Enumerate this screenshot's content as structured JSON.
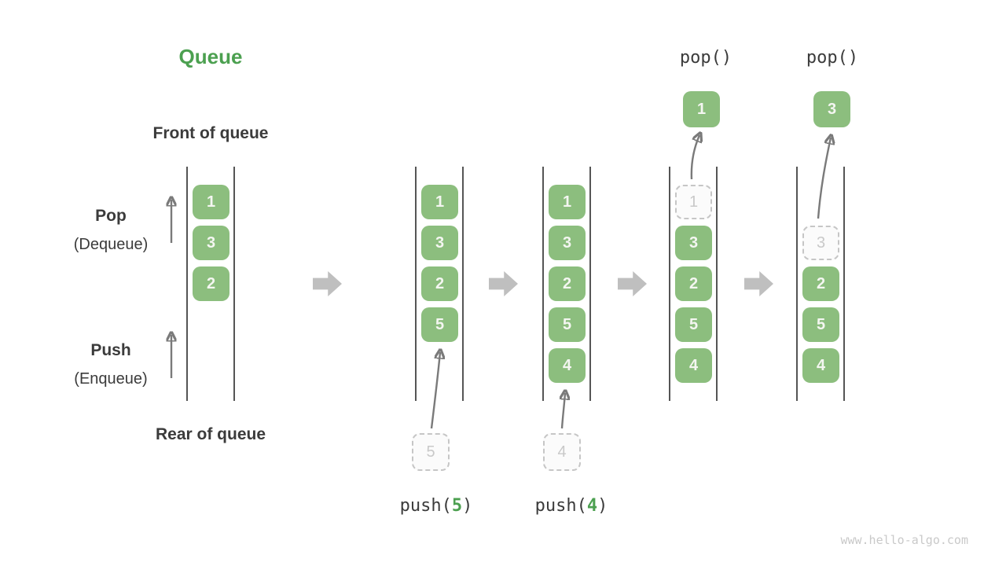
{
  "title": "Queue",
  "labels": {
    "front": "Front of queue",
    "rear": "Rear of queue",
    "pop_main": "Pop",
    "pop_sub": "(Dequeue)",
    "push_main": "Push",
    "push_sub": "(Enqueue)"
  },
  "ops": {
    "pop1": "pop()",
    "pop2": "pop()",
    "push1_prefix": "push(",
    "push1_arg": "5",
    "push1_suffix": ")",
    "push2_prefix": "push(",
    "push2_arg": "4",
    "push2_suffix": ")"
  },
  "states": [
    {
      "slots": [
        {
          "v": "1"
        },
        {
          "v": "3"
        },
        {
          "v": "2"
        }
      ]
    },
    {
      "slots": [
        {
          "v": "1"
        },
        {
          "v": "3"
        },
        {
          "v": "2"
        },
        {
          "v": "5"
        }
      ],
      "incoming": "5"
    },
    {
      "slots": [
        {
          "v": "1"
        },
        {
          "v": "3"
        },
        {
          "v": "2"
        },
        {
          "v": "5"
        },
        {
          "v": "4"
        }
      ],
      "incoming": "4"
    },
    {
      "slots": [
        {
          "v": "1",
          "style": "dashed"
        },
        {
          "v": "3"
        },
        {
          "v": "2"
        },
        {
          "v": "5"
        },
        {
          "v": "4"
        }
      ],
      "popped": "1"
    },
    {
      "slots": [
        {
          "v": "3",
          "style": "dashed"
        },
        {
          "v": "2"
        },
        {
          "v": "5"
        },
        {
          "v": "4"
        }
      ],
      "popped": "3"
    }
  ],
  "watermark": "www.hello-algo.com",
  "colors": {
    "accent_green": "#4CA050",
    "box_green": "#8CBE7E",
    "box_text": "#F4F6F1",
    "dashed_border": "#C6C6C6",
    "dashed_text": "#C9C9C9",
    "label_text": "#3B3B3B",
    "wall": "#555555",
    "flow_arrow": "#BFBFBF",
    "motion_arrow": "#7A7A7A",
    "watermark": "#C9C9C9"
  }
}
